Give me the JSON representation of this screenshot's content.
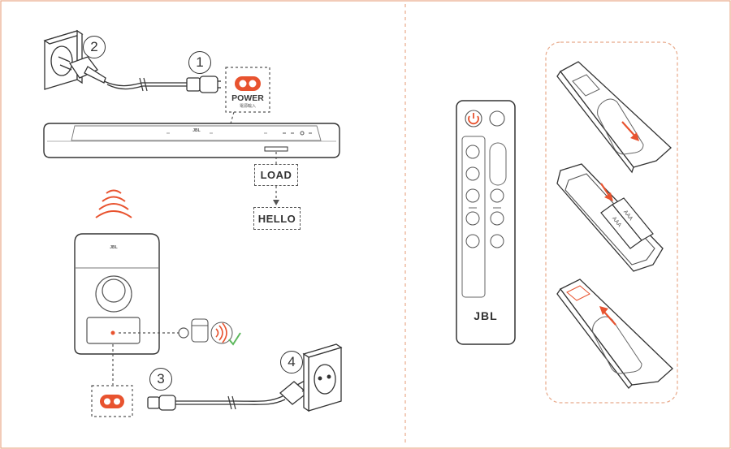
{
  "steps": [
    "1",
    "2",
    "3",
    "4"
  ],
  "labels": {
    "power": "POWER",
    "power_sub": "電源輸入",
    "load": "LOAD",
    "hello": "HELLO",
    "soundbar_logo": "JBL",
    "subwoofer_logo": "JBL",
    "remote_logo": "JBL",
    "battery_label": "AAA"
  },
  "colors": {
    "accent": "#e8532f",
    "check": "#5cb85c",
    "line": "#555555",
    "frame": "#e8a98a"
  }
}
